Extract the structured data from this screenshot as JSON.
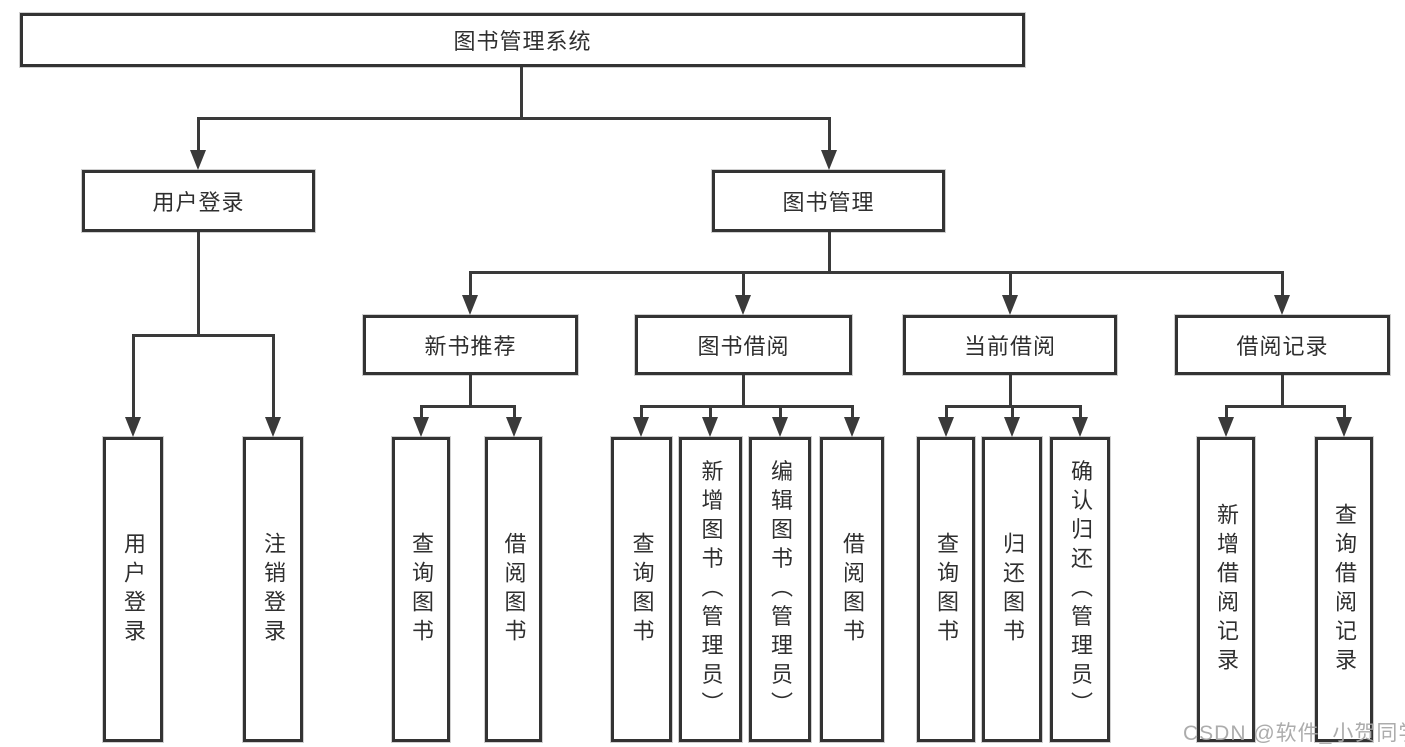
{
  "diagram": {
    "root": {
      "label": "图书管理系统"
    },
    "level2": [
      {
        "label": "用户登录"
      },
      {
        "label": "图书管理"
      }
    ],
    "level3": [
      {
        "label": "新书推荐"
      },
      {
        "label": "图书借阅"
      },
      {
        "label": "当前借阅"
      },
      {
        "label": "借阅记录"
      }
    ],
    "leaves": {
      "user_login": [
        {
          "label": "用户登录"
        },
        {
          "label": "注销登录"
        }
      ],
      "new_book": [
        {
          "label": "查询图书"
        },
        {
          "label": "借阅图书"
        }
      ],
      "book_borrow": [
        {
          "label": "查询图书"
        },
        {
          "label": "新增图书（管理员）"
        },
        {
          "label": "编辑图书（管理员）"
        },
        {
          "label": "借阅图书"
        }
      ],
      "current_borrow": [
        {
          "label": "查询图书"
        },
        {
          "label": "归还图书"
        },
        {
          "label": "确认归还（管理员）"
        }
      ],
      "borrow_records": [
        {
          "label": "新增借阅记录"
        },
        {
          "label": "查询借阅记录"
        }
      ]
    }
  },
  "watermark": {
    "text": "CSDN @软件_小贺同学"
  },
  "colors": {
    "line": "#3a3a3a",
    "border": "#333333",
    "text": "#2f2f2f",
    "watermark": "#a8a8a8",
    "background": "#ffffff"
  }
}
